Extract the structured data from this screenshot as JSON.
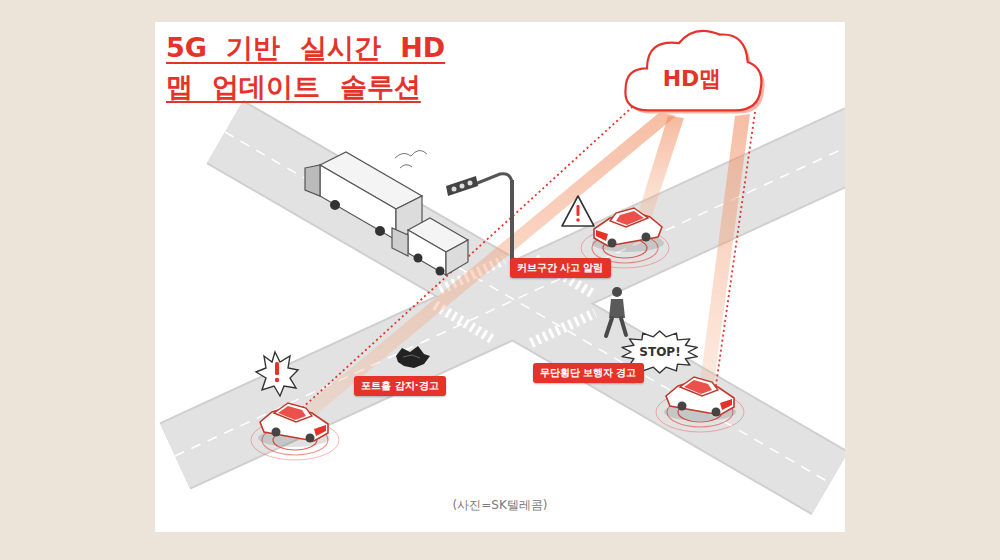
{
  "diagram": {
    "title": "5G 기반 실시간 HD맵 업데이트 솔루션",
    "caption": "(사진=SK텔레콤)",
    "nodes": [
      {
        "text": [
          "HD맵"
        ]
      },
      {
        "text": [
          "커브구간 사고 알림"
        ]
      },
      {
        "text": [
          "STOP!"
        ]
      },
      {
        "text": [
          "무단횡단 보행자 경고"
        ]
      },
      {
        "text": [
          "포트홀 감지·경고"
        ]
      }
    ]
  }
}
